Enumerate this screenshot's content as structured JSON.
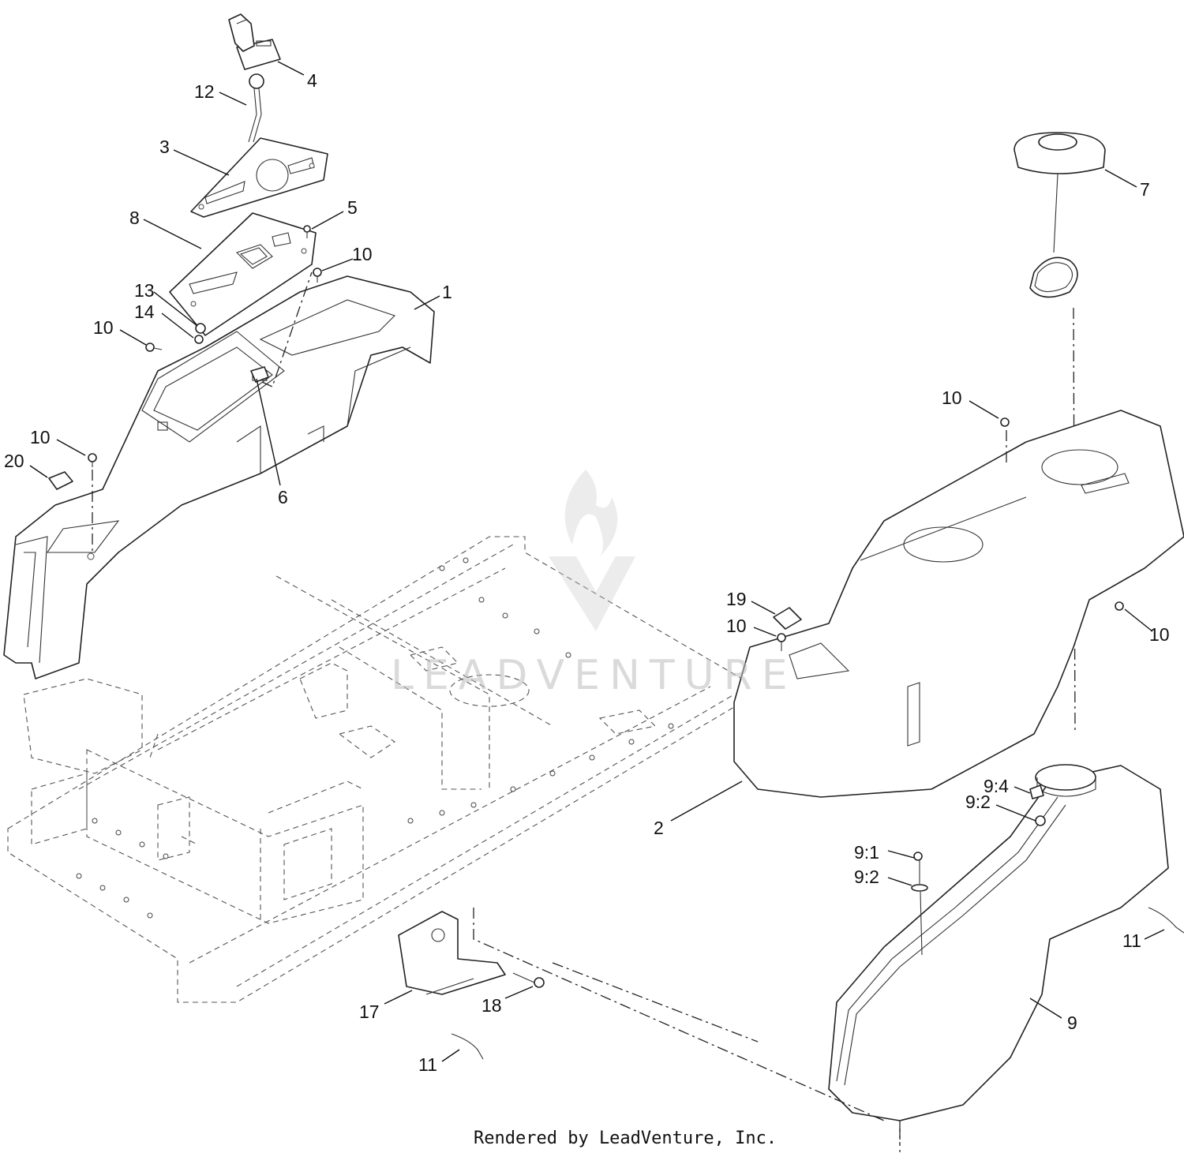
{
  "callouts": [
    {
      "id": "c4",
      "label": "4"
    },
    {
      "id": "c12",
      "label": "12"
    },
    {
      "id": "c3",
      "label": "3"
    },
    {
      "id": "c8",
      "label": "8"
    },
    {
      "id": "c5",
      "label": "5"
    },
    {
      "id": "c10a",
      "label": "10"
    },
    {
      "id": "c1",
      "label": "1"
    },
    {
      "id": "c13",
      "label": "13"
    },
    {
      "id": "c14",
      "label": "14"
    },
    {
      "id": "c10b",
      "label": "10"
    },
    {
      "id": "c10c",
      "label": "10"
    },
    {
      "id": "c20",
      "label": "20"
    },
    {
      "id": "c6",
      "label": "6"
    },
    {
      "id": "c7",
      "label": "7"
    },
    {
      "id": "c10d",
      "label": "10"
    },
    {
      "id": "c19",
      "label": "19"
    },
    {
      "id": "c10e",
      "label": "10"
    },
    {
      "id": "c10f",
      "label": "10"
    },
    {
      "id": "c2",
      "label": "2"
    },
    {
      "id": "c94",
      "label": "9:4"
    },
    {
      "id": "c92a",
      "label": "9:2"
    },
    {
      "id": "c91",
      "label": "9:1"
    },
    {
      "id": "c92b",
      "label": "9:2"
    },
    {
      "id": "c11a",
      "label": "11"
    },
    {
      "id": "c9",
      "label": "9"
    },
    {
      "id": "c17",
      "label": "17"
    },
    {
      "id": "c18",
      "label": "18"
    },
    {
      "id": "c11b",
      "label": "11"
    }
  ],
  "watermark": {
    "text": "LEADVENTURE"
  },
  "footer": {
    "text": "Rendered by LeadVenture, Inc."
  }
}
